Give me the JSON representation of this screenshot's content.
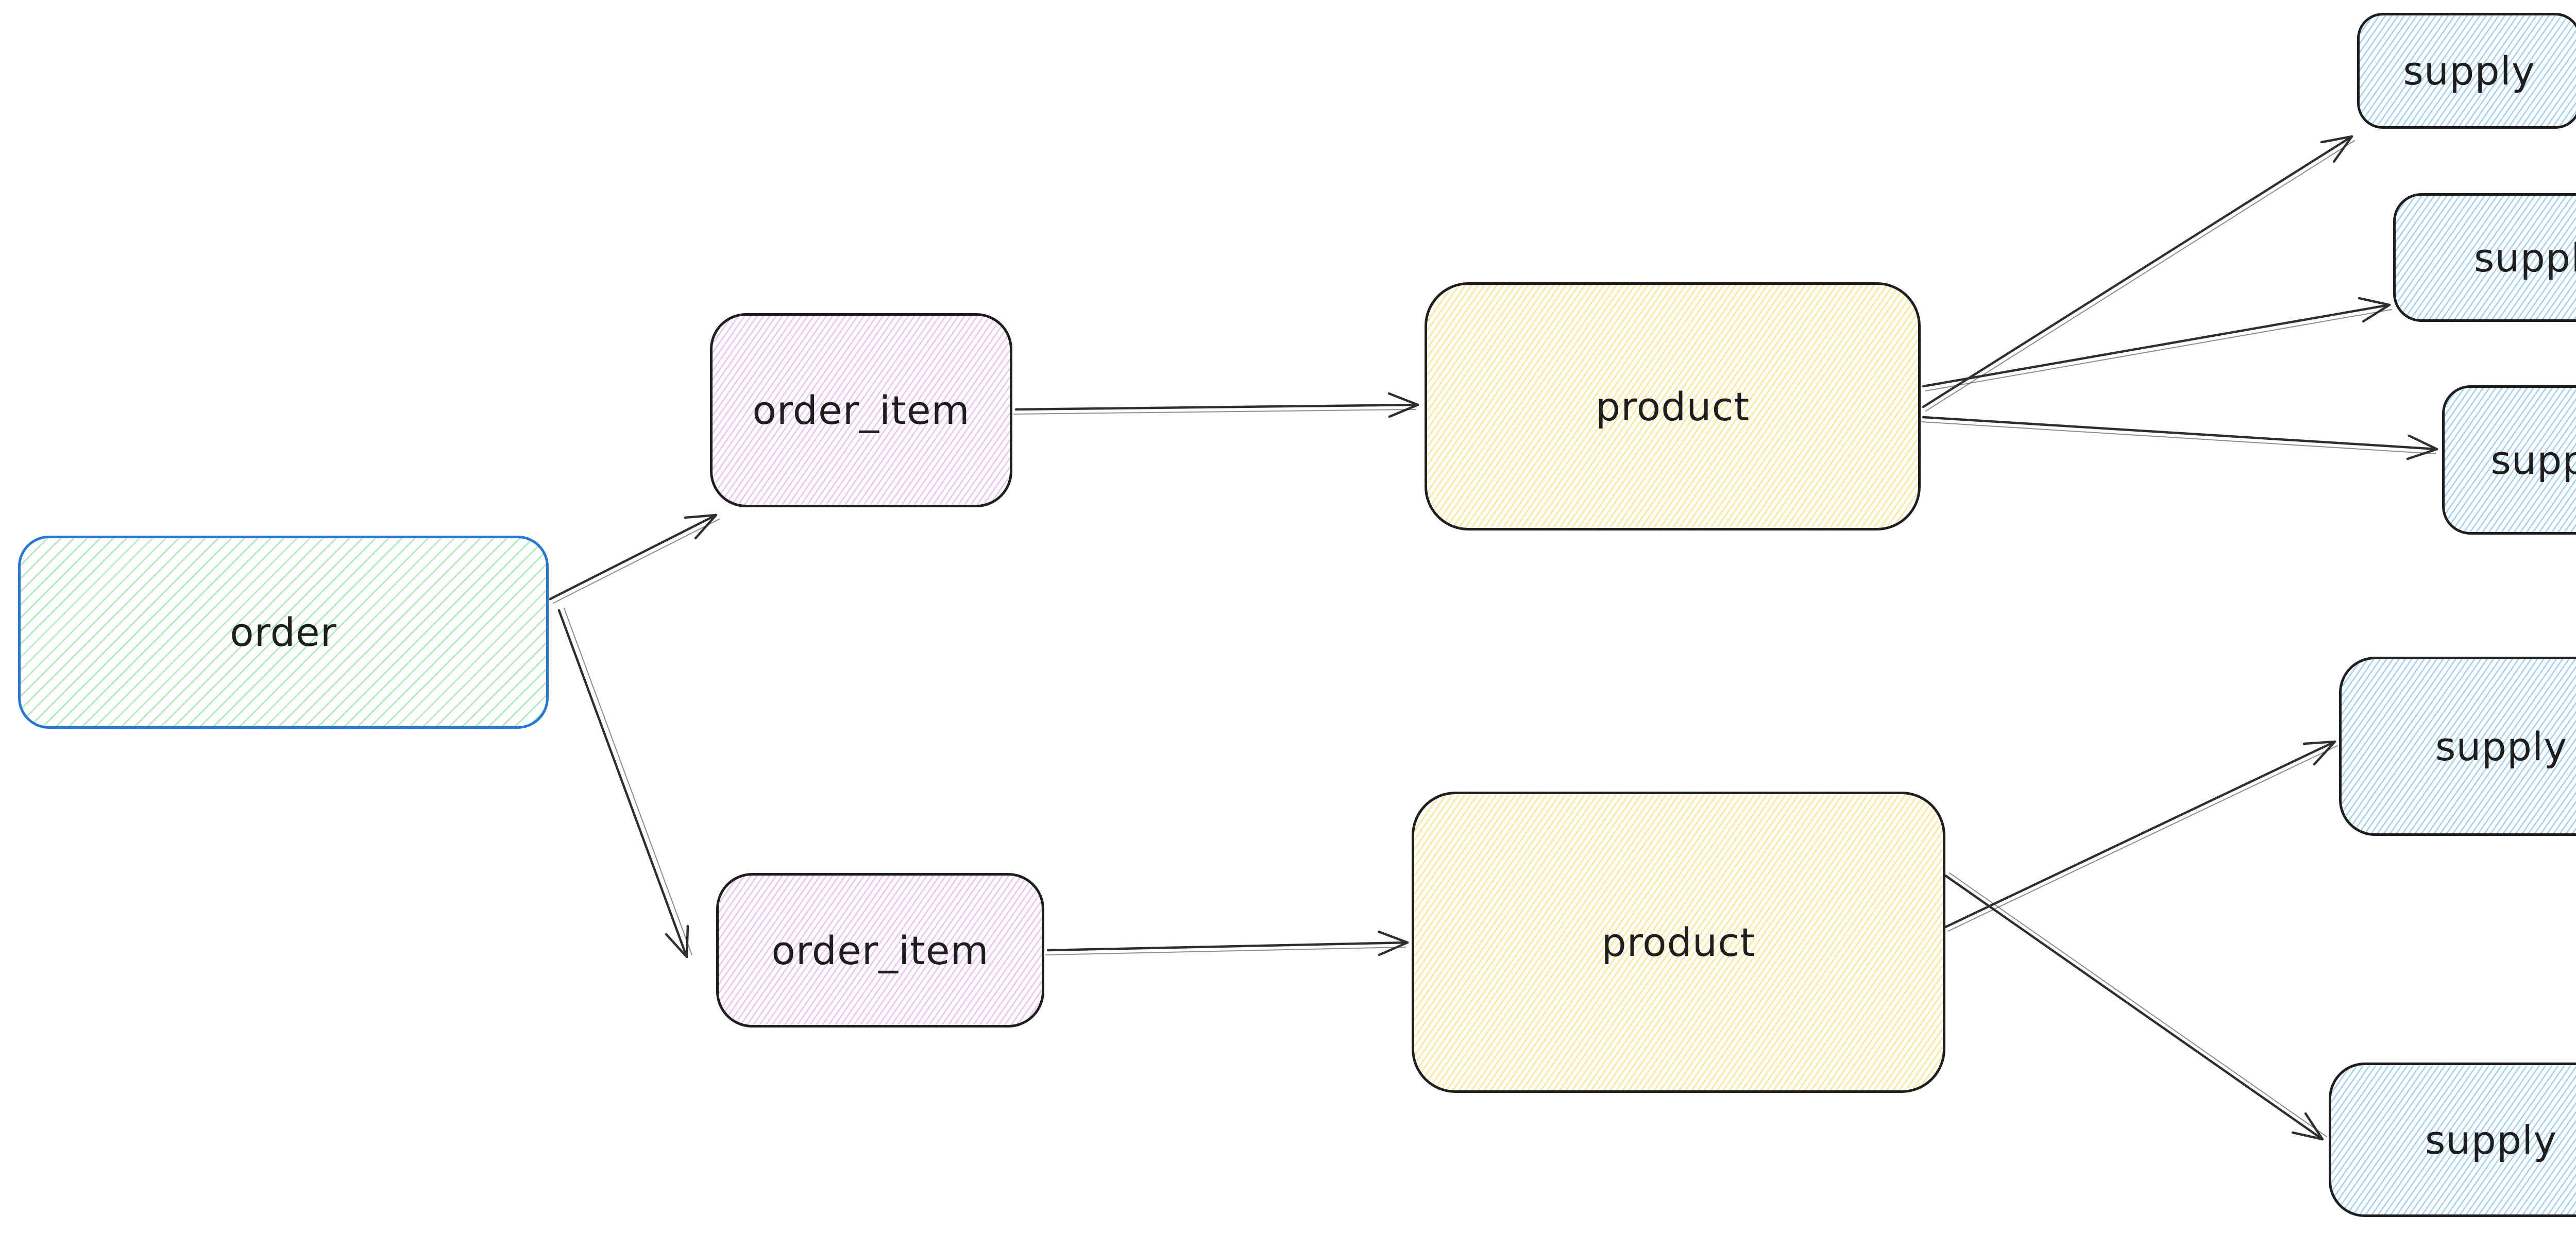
{
  "canvas": {
    "background": "#ffffff"
  },
  "colors": {
    "label": "#1e1e1e",
    "arrow": "#2e2e2e",
    "default_border": "#1e1e1e",
    "order_border": "#2577d6",
    "green_hatch": "rgba(105,219,124,0.60)",
    "violet_hatch": "rgba(218,119,242,0.45)",
    "yellow_hatch": "rgba(255,205,57,0.55)",
    "blue_hatch": "rgba(102,176,245,0.60)"
  },
  "nodes": [
    {
      "id": "order",
      "label": "order",
      "border": "#2577d6",
      "hatch": "rgba(105,219,124,0.60)"
    },
    {
      "id": "order_item_top",
      "label": "order_item",
      "border": "#1e1e1e",
      "hatch": "rgba(218,119,242,0.45)"
    },
    {
      "id": "order_item_bottom",
      "label": "order_item",
      "border": "#1e1e1e",
      "hatch": "rgba(218,119,242,0.45)"
    },
    {
      "id": "product_top",
      "label": "product",
      "border": "#1e1e1e",
      "hatch": "rgba(255,205,57,0.55)"
    },
    {
      "id": "product_bottom",
      "label": "product",
      "border": "#1e1e1e",
      "hatch": "rgba(255,205,57,0.55)"
    },
    {
      "id": "supply_1",
      "label": "supply",
      "border": "#1e1e1e",
      "hatch": "rgba(102,176,245,0.60)"
    },
    {
      "id": "supply_2",
      "label": "supply",
      "border": "#1e1e1e",
      "hatch": "rgba(102,176,245,0.60)"
    },
    {
      "id": "supply_3",
      "label": "supply",
      "border": "#1e1e1e",
      "hatch": "rgba(102,176,245,0.60)"
    },
    {
      "id": "supply_4",
      "label": "supply",
      "border": "#1e1e1e",
      "hatch": "rgba(102,176,245,0.60)"
    },
    {
      "id": "supply_5",
      "label": "supply",
      "border": "#1e1e1e",
      "hatch": "rgba(102,176,245,0.60)"
    }
  ],
  "edges": [
    {
      "from": "order",
      "to": "order_item_top"
    },
    {
      "from": "order",
      "to": "order_item_bottom"
    },
    {
      "from": "order_item_top",
      "to": "product_top"
    },
    {
      "from": "order_item_bottom",
      "to": "product_bottom"
    },
    {
      "from": "product_top",
      "to": "supply_1"
    },
    {
      "from": "product_top",
      "to": "supply_2"
    },
    {
      "from": "product_top",
      "to": "supply_3"
    },
    {
      "from": "product_bottom",
      "to": "supply_4"
    },
    {
      "from": "product_bottom",
      "to": "supply_5"
    }
  ]
}
